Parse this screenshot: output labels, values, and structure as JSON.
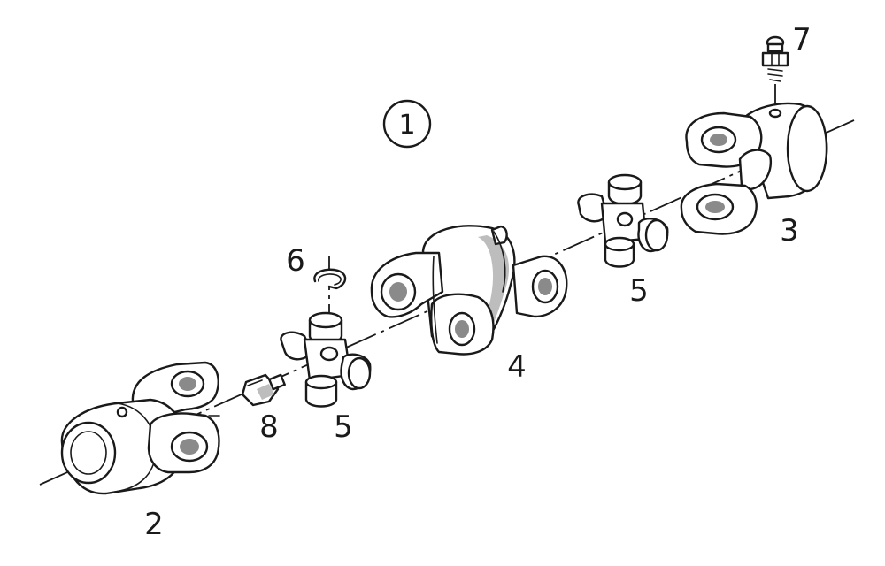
{
  "diagram": {
    "assembly_number": "1",
    "parts": [
      {
        "id": "yoke-left",
        "number": "2"
      },
      {
        "id": "yoke-right",
        "number": "3"
      },
      {
        "id": "center-housing",
        "number": "4"
      },
      {
        "id": "cross-left",
        "number": "5"
      },
      {
        "id": "cross-right",
        "number": "5"
      },
      {
        "id": "snap-ring",
        "number": "6"
      },
      {
        "id": "grease-nipple-straight",
        "number": "7"
      },
      {
        "id": "grease-nipple-angled",
        "number": "8"
      }
    ]
  }
}
